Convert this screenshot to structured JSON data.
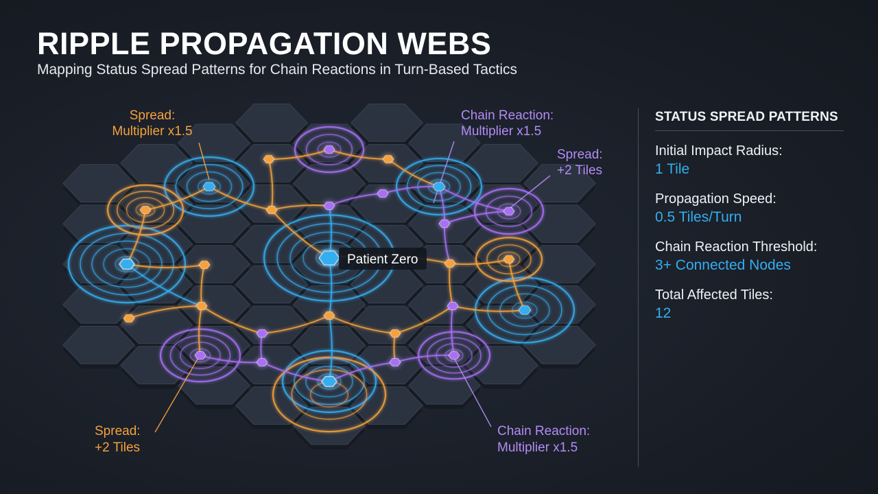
{
  "header": {
    "title": "RIPPLE PROPAGATION WEBS",
    "subtitle": "Mapping Status Spread Patterns for Chain Reactions in Turn-Based Tactics"
  },
  "diagram": {
    "center_label": "Patient Zero",
    "callouts": [
      {
        "line1": "Spread:",
        "line2": "Multiplier x1.5",
        "color": "#f5a23c"
      },
      {
        "line1": "Chain Reaction:",
        "line2": "Multiplier x1.5",
        "color": "#b38cf5"
      },
      {
        "line1": "Spread:",
        "line2": "+2 Tiles",
        "color": "#b38cf5"
      },
      {
        "line1": "Spread:",
        "line2": "+2 Tiles",
        "color": "#f5a23c"
      },
      {
        "line1": "Chain Reaction:",
        "line2": "Multiplier x1.5",
        "color": "#b38cf5"
      }
    ],
    "colors": {
      "blue": "#35aef0",
      "orange": "#f5a23c",
      "purple": "#a970f5",
      "tile": "#2b3341"
    }
  },
  "panel": {
    "header": "STATUS SPREAD PATTERNS",
    "stats": [
      {
        "label": "Initial Impact Radius:",
        "value": "1 Tile"
      },
      {
        "label": "Propagation Speed:",
        "value": "0.5 Tiles/Turn"
      },
      {
        "label": "Chain Reaction Threshold:",
        "value": "3+ Connected Nodes"
      },
      {
        "label": "Total Affected Tiles:",
        "value": "12"
      }
    ]
  }
}
